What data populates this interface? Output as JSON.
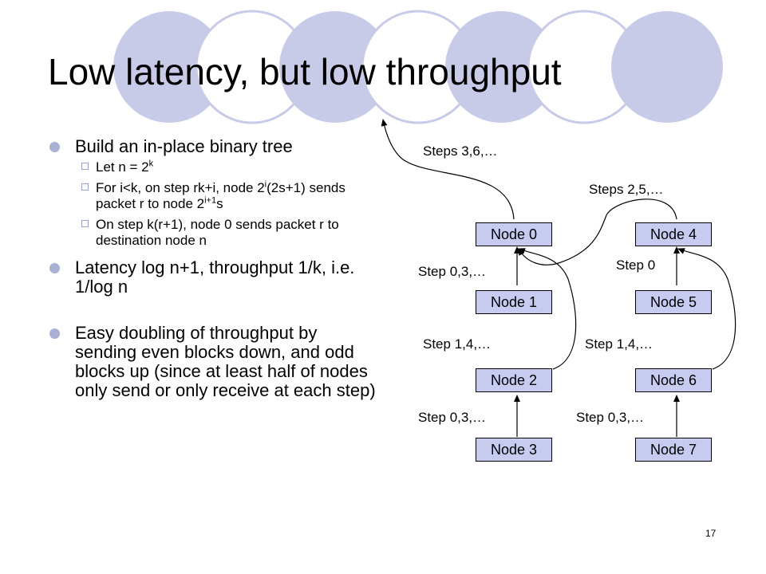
{
  "slide": {
    "title": "Low latency, but low throughput",
    "page_number": "17"
  },
  "bullets": [
    {
      "text": "Build an in-place binary tree",
      "subitems": [
        {
          "a": "Let n = 2",
          "sup1": "k"
        },
        {
          "a": "For i<k, on step rk+i, node 2",
          "sup1": "i",
          "b": "(2s+1) sends packet r to node 2",
          "sup2": "i+1",
          "c": "s"
        },
        {
          "a": "On step k(r+1), node 0 sends packet r to destination node n"
        }
      ]
    },
    {
      "text": "Latency log n+1, throughput 1/k, i.e. 1/log n"
    },
    {
      "text": "Easy doubling of throughput by sending even blocks down, and odd blocks up (since at least half of nodes only send or only receive at each step)"
    }
  ],
  "diagram": {
    "nodes": [
      "Node 0",
      "Node 1",
      "Node 2",
      "Node 3",
      "Node 4",
      "Node 5",
      "Node 6",
      "Node 7"
    ],
    "labels": {
      "steps_3_6": "Steps 3,6,…",
      "steps_2_5": "Steps 2,5,…",
      "step_0_3_left_top": "Step 0,3,…",
      "step_0": "Step 0",
      "step_1_4_left": "Step 1,4,…",
      "step_1_4_right": "Step 1,4,…",
      "step_0_3_left_bottom": "Step 0,3,…",
      "step_0_3_right_bottom": "Step 0,3,…"
    }
  },
  "colors": {
    "node_fill": "#c7cbf0",
    "bullet": "#a9b1d4",
    "deco_circle_fill": "#c8cbe8"
  }
}
